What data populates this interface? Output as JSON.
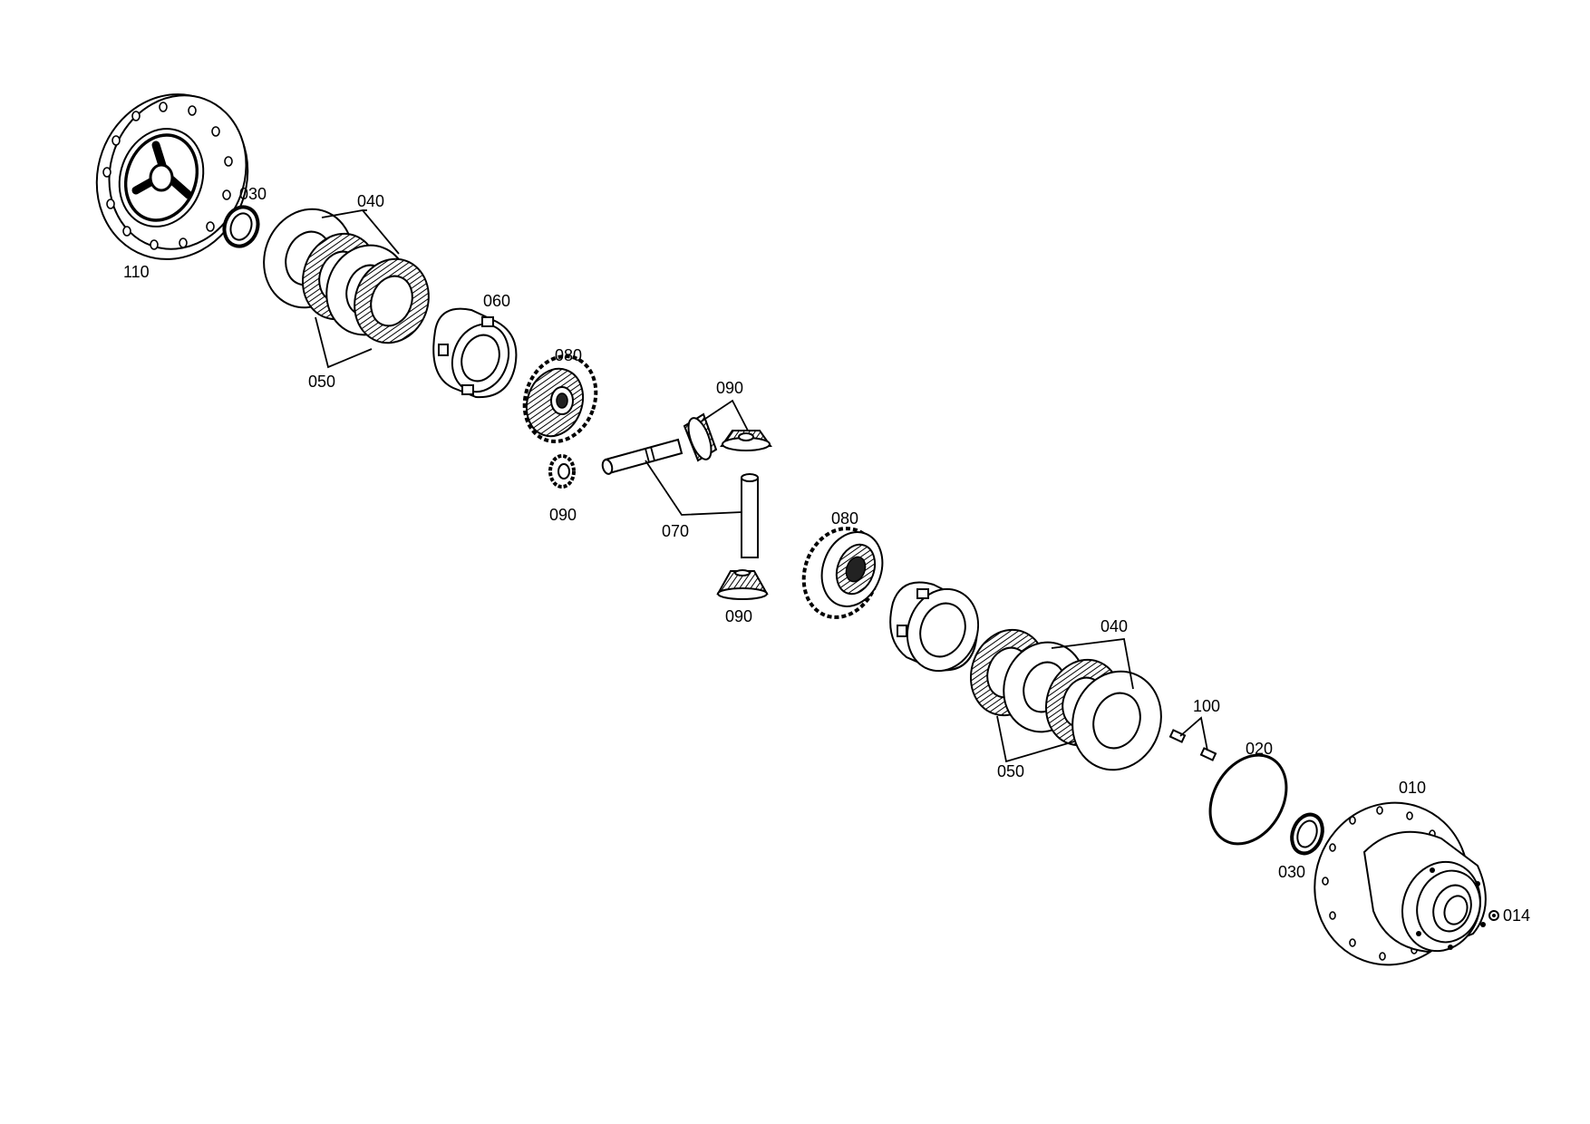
{
  "labels": {
    "l110": "110",
    "l030a": "030",
    "l040a": "040",
    "l050a": "050",
    "l060": "060",
    "l080a": "080",
    "l090a": "090",
    "l090b": "090",
    "l070": "070",
    "l090c": "090",
    "l080b": "080",
    "l040b": "040",
    "l050b": "050",
    "l100": "100",
    "l020": "020",
    "l010": "010",
    "l030b": "030",
    "l014": "014"
  }
}
